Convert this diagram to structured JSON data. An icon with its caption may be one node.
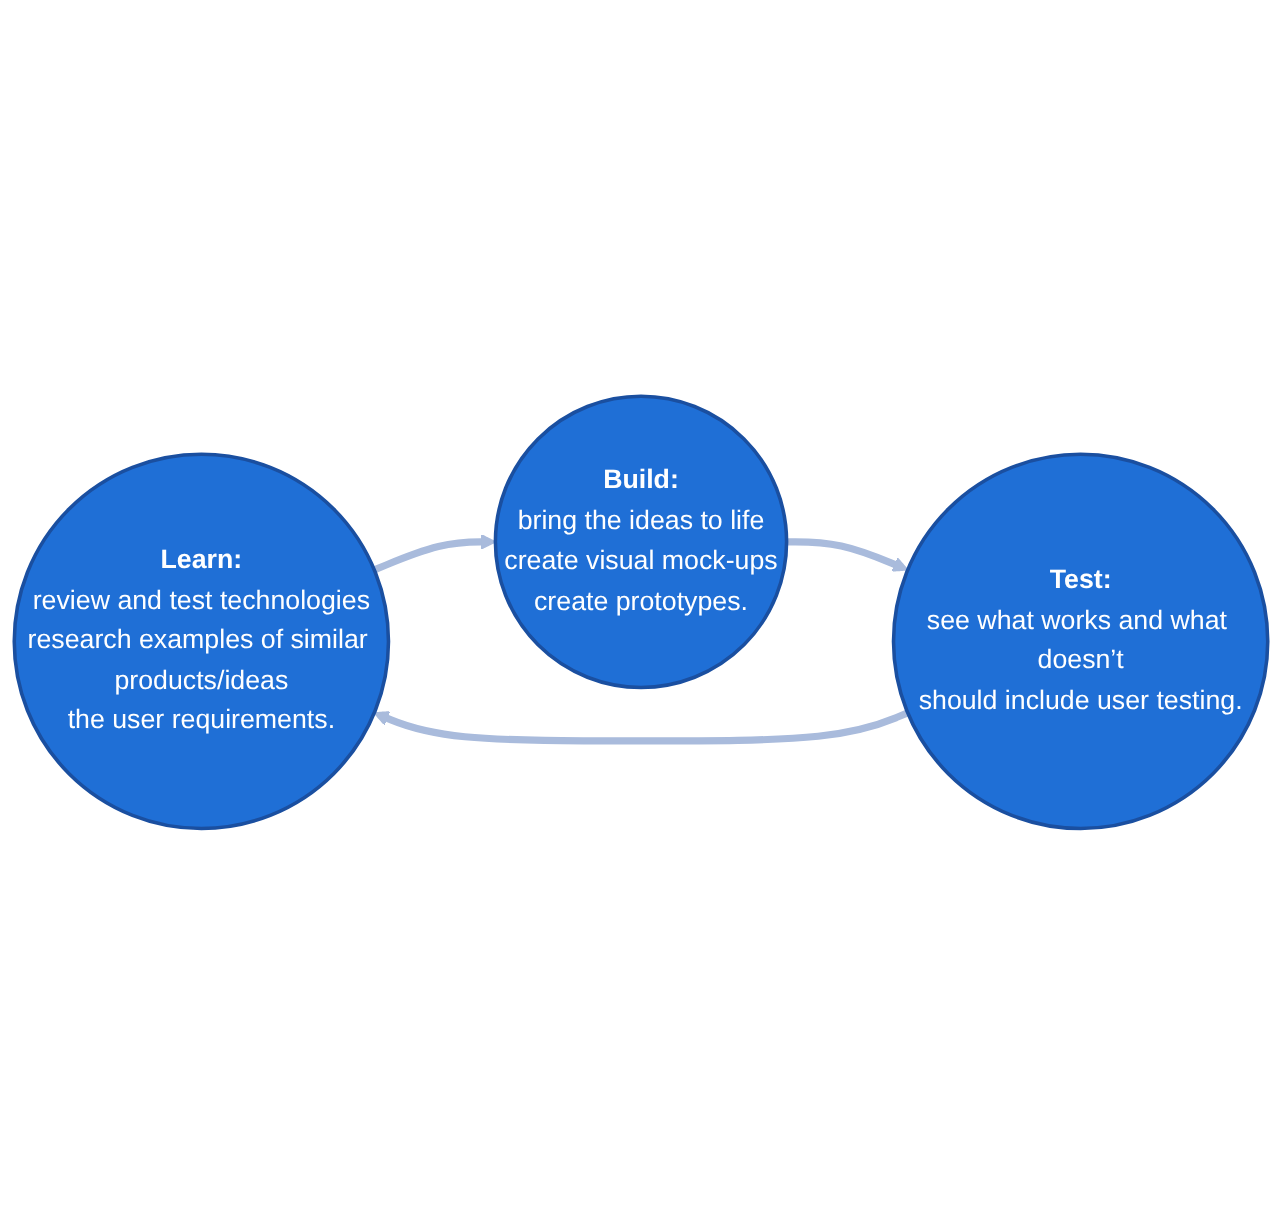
{
  "diagram": {
    "nodes": [
      {
        "text": [
          "Learn:",
          "review and test technologies",
          "research examples of similar products/ideas",
          "the user requirements."
        ]
      },
      {
        "text": [
          "Build:",
          "bring the ideas to life",
          "create visual mock-ups",
          "create prototypes."
        ]
      },
      {
        "text": [
          "Test:",
          "see what works and what doesn’t",
          "should include user testing."
        ]
      }
    ],
    "edges": [
      {
        "from": 0,
        "to": 1,
        "arrow": "to"
      },
      {
        "from": 1,
        "to": 2,
        "arrow": "to"
      },
      {
        "from": 2,
        "to": 0,
        "arrow": "to"
      }
    ]
  }
}
